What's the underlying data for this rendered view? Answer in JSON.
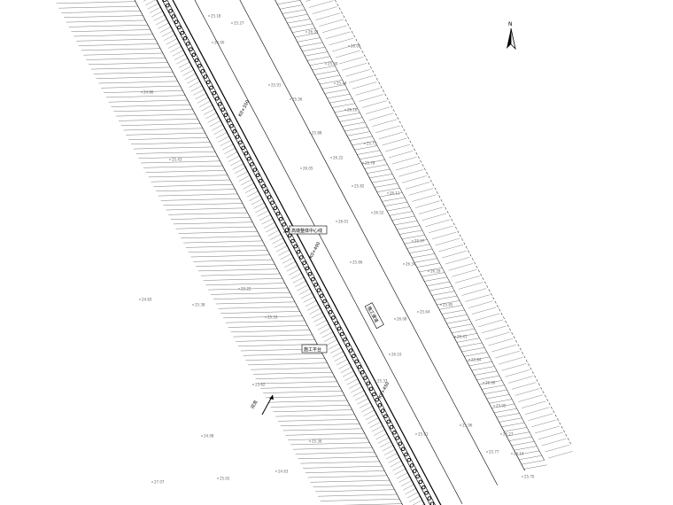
{
  "north_label": "N",
  "road_labels": {
    "centerline": "高墩整体中心线",
    "platform": "施工平台",
    "side_road": "施工便道",
    "river": "河流"
  },
  "stations": [
    "K0+350",
    "K0+400",
    "K0+450"
  ],
  "elevations": [
    "24.86",
    "25.43",
    "25.22",
    "25.38",
    "24.83",
    "25.33",
    "25.62",
    "26.00",
    "24.98",
    "27.07",
    "25.36",
    "25.02",
    "24.63",
    "25.18",
    "25.27",
    "26.06",
    "25.60",
    "26.33",
    "25.44",
    "26.16",
    "25.73",
    "26.11",
    "25.97",
    "26.29",
    "25.85",
    "26.41",
    "25.84",
    "26.06",
    "25.95",
    "26.27",
    "26.14",
    "25.70",
    "25.82",
    "26.52",
    "25.88",
    "26.05",
    "26.22",
    "25.91",
    "25.56",
    "25.78",
    "26.34",
    "25.64",
    "26.10",
    "25.91",
    "25.96",
    "25.77",
    "26.01",
    "25.66",
    "25.37",
    "26.08"
  ],
  "colors": {
    "line": "#000000",
    "hatch": "#555555",
    "text": "#000000",
    "dim": "#666666"
  }
}
